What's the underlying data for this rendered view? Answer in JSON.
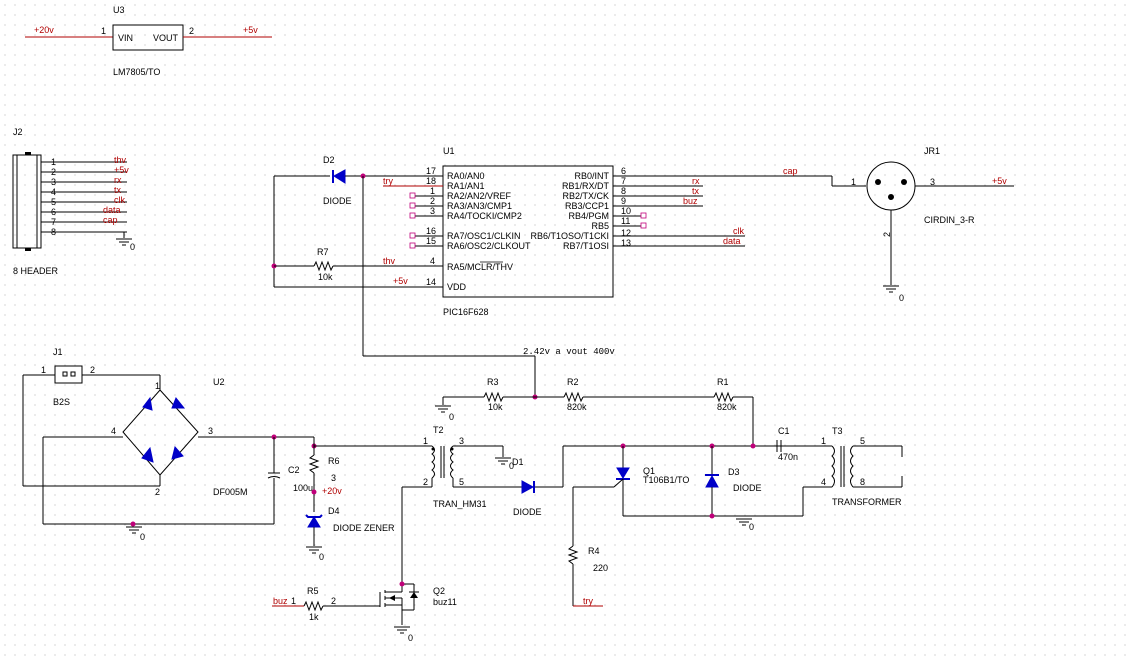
{
  "parts": {
    "u3": {
      "ref": "U3",
      "value": "LM7805/TO",
      "pin_in": "VIN",
      "pin_out": "VOUT",
      "n1": "1",
      "n2": "2"
    },
    "j2": {
      "ref": "J2",
      "value": "8 HEADER",
      "pins": [
        "1",
        "2",
        "3",
        "4",
        "5",
        "6",
        "7",
        "8"
      ]
    },
    "d2": {
      "ref": "D2",
      "value": "DIODE"
    },
    "r7": {
      "ref": "R7",
      "value": "10k"
    },
    "u1": {
      "ref": "U1",
      "value": "PIC16F628",
      "left": [
        {
          "pin": "17",
          "label": "RA0/AN0"
        },
        {
          "pin": "18",
          "label": "RA1/AN1"
        },
        {
          "pin": "1",
          "label": "RA2/AN2/VREF"
        },
        {
          "pin": "2",
          "label": "RA3/AN3/CMP1"
        },
        {
          "pin": "3",
          "label": "RA4/TOCKI/CMP2"
        },
        {
          "pin": "16",
          "label": "RA7/OSC1/CLKIN"
        },
        {
          "pin": "15",
          "label": "RA6/OSC2/CLKOUT"
        },
        {
          "pin": "4",
          "label": "RA5/MCLR/THV"
        },
        {
          "pin": "14",
          "label": "VDD"
        }
      ],
      "right": [
        {
          "pin": "6",
          "label": "RB0/INT"
        },
        {
          "pin": "7",
          "label": "RB1/RX/DT"
        },
        {
          "pin": "8",
          "label": "RB2/TX/CK"
        },
        {
          "pin": "9",
          "label": "RB3/CCP1"
        },
        {
          "pin": "10",
          "label": "RB4/PGM"
        },
        {
          "pin": "11",
          "label": "RB5"
        },
        {
          "pin": "12",
          "label": "RB6/T1OSO/T1CKI"
        },
        {
          "pin": "13",
          "label": "RB7/T1OSI"
        }
      ]
    },
    "jr1": {
      "ref": "JR1",
      "value": "CIRDIN_3-R",
      "n1": "1",
      "n2": "2",
      "n3": "3"
    },
    "j1": {
      "ref": "J1",
      "value": "B2S",
      "n1": "1",
      "n2": "2"
    },
    "u2": {
      "ref": "U2",
      "value": "DF005M",
      "n1": "1",
      "n2": "2",
      "n3": "3",
      "n4": "4"
    },
    "c2": {
      "ref": "C2",
      "value": "100u"
    },
    "r6": {
      "ref": "R6",
      "value": "3"
    },
    "d4": {
      "ref": "D4",
      "value": "DIODE ZENER"
    },
    "t2": {
      "ref": "T2",
      "value": "TRAN_HM31",
      "n1": "1",
      "n2": "2",
      "n3": "3",
      "n5": "5"
    },
    "d1": {
      "ref": "D1",
      "value": "DIODE"
    },
    "r3": {
      "ref": "R3",
      "value": "10k"
    },
    "r2": {
      "ref": "R2",
      "value": "820k"
    },
    "r1": {
      "ref": "R1",
      "value": "820k"
    },
    "c1": {
      "ref": "C1",
      "value": "470n"
    },
    "t3": {
      "ref": "T3",
      "value": "TRANSFORMER",
      "n1": "1",
      "n4": "4",
      "n5": "5",
      "n8": "8"
    },
    "q1": {
      "ref": "Q1",
      "value": "T106B1/TO"
    },
    "d3": {
      "ref": "D3",
      "value": "DIODE"
    },
    "r4": {
      "ref": "R4",
      "value": "220"
    },
    "r5": {
      "ref": "R5",
      "value": "1k",
      "n1": "1",
      "n2": "2"
    },
    "q2": {
      "ref": "Q2",
      "value": "buz11"
    }
  },
  "nets": {
    "p20v": "+20v",
    "p5v": "+5v",
    "thv": "thv",
    "rx": "rx",
    "tx": "tx",
    "clk": "clk",
    "data": "data",
    "cap": "cap",
    "try": "try",
    "buz": "buz",
    "gnd": "0"
  },
  "note": "2.42v a vout 400v"
}
